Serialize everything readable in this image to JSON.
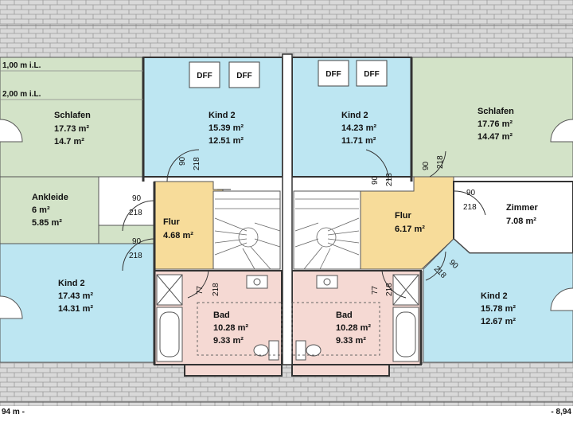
{
  "levels": {
    "upper": "1,00 m i.L.",
    "lower": "2,00 m i.L."
  },
  "elevations": {
    "left": "94 m -",
    "right": "- 8,94"
  },
  "rooms": {
    "schlafen_left": {
      "name": "Schlafen",
      "area1": "17.73 m²",
      "area2": "14.7 m²"
    },
    "ankleide": {
      "name": "Ankleide",
      "area1": "6 m²",
      "area2": "5.85 m²"
    },
    "kind2_left": {
      "name": "Kind 2",
      "area1": "17.43 m²",
      "area2": "14.31 m²"
    },
    "kind2_top_left": {
      "name": "Kind 2",
      "area1": "15.39 m²",
      "area2": "12.51 m²"
    },
    "flur_left": {
      "name": "Flur",
      "area1": "4.68 m²"
    },
    "bad_left": {
      "name": "Bad",
      "area1": "10.28 m²",
      "area2": "9.33 m²"
    },
    "kind2_top_right": {
      "name": "Kind 2",
      "area1": "14.23 m²",
      "area2": "11.71 m²"
    },
    "flur_right": {
      "name": "Flur",
      "area1": "6.17 m²"
    },
    "bad_right": {
      "name": "Bad",
      "area1": "10.28 m²",
      "area2": "9.33 m²"
    },
    "schlafen_right": {
      "name": "Schlafen",
      "area1": "17.76 m²",
      "area2": "14.47 m²"
    },
    "zimmer": {
      "name": "Zimmer",
      "area1": "7.08 m²"
    },
    "kind2_right": {
      "name": "Kind 2",
      "area1": "15.78 m²",
      "area2": "12.67 m²"
    }
  },
  "skylights": [
    "DFF",
    "DFF",
    "DFF",
    "DFF"
  ],
  "door_dims": {
    "w90": "90",
    "w218": "218",
    "w77": "77"
  },
  "colors": {
    "bedroom_green": "#d3e3c8",
    "child_blue": "#bde6f2",
    "hall_yellow": "#f7dc9a",
    "bath_pink": "#f5d9d3",
    "roof_grey": "#d8d8d8",
    "wall": "#333333"
  }
}
